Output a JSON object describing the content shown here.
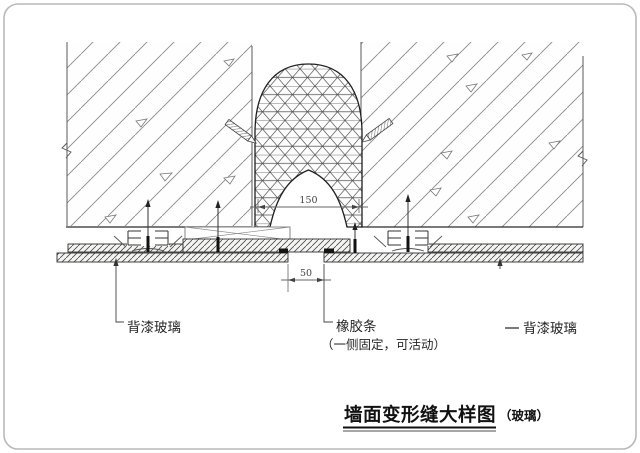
{
  "drawing": {
    "dimensions": {
      "joint_width": "150",
      "gap_width": "50"
    },
    "labels": {
      "left_glass": "背漆玻璃",
      "rubber_strip": "橡胶条",
      "rubber_strip_note": "（一侧固定，可活动）",
      "right_glass": "背漆玻璃"
    },
    "title": {
      "main": "墙面变形缝大样图",
      "suffix": "（玻璃）"
    },
    "colors": {
      "line": "#333333",
      "wall_hatch": "#8a8a8a",
      "glass_hatch": "#4a4a4a",
      "background": "#ffffff",
      "border": "#b9b9b9"
    }
  }
}
